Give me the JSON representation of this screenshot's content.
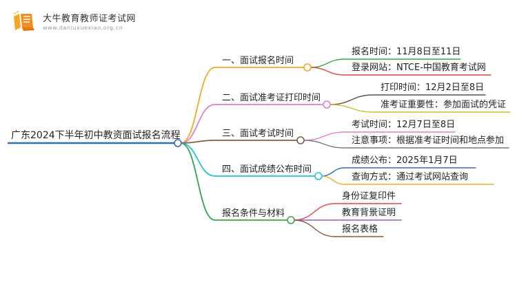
{
  "header": {
    "site_title": "大牛教育教师证考试网",
    "site_url": "www.daniuxuexiao.org.cn",
    "logo_icon": "open-book-icon"
  },
  "mindmap": {
    "root": {
      "label": "广东2024下半年初中教资面试报名流程",
      "color": "#2b6fb5"
    },
    "branches": [
      {
        "label": "一、面试报名时间",
        "color": "#f5a623",
        "leaves": [
          {
            "label": "报名时间：11月8日至11日",
            "color": "#3aa24a"
          },
          {
            "label": "登录网站：NTCE-中国教育考试网",
            "color": "#e0453a"
          }
        ]
      },
      {
        "label": "二、面试准考证打印时间",
        "color": "#e87ac8",
        "leaves": [
          {
            "label": "打印时间：12月2日至8日",
            "color": "#555555"
          },
          {
            "label": "准考证重要性：参加面试的凭证",
            "color": "#c9c12a"
          }
        ]
      },
      {
        "label": "三、面试考试时间",
        "color": "#8b5a3c",
        "leaves": [
          {
            "label": "考试时间：12月7日至8日",
            "color": "#e87ac8"
          },
          {
            "label": "注意事项：根据准考证时间和地点参加",
            "color": "#777777"
          }
        ]
      },
      {
        "label": "四、面试成绩公布时间",
        "color": "#22c1d6",
        "leaves": [
          {
            "label": "成绩公布：2025年1月7日",
            "color": "#2b6fb5"
          },
          {
            "label": "查询方式：通过考试网站查询",
            "color": "#f5a623"
          }
        ]
      },
      {
        "label": "报名条件与材料",
        "color": "#3aa24a",
        "leaves": [
          {
            "label": "身份证复印件",
            "color": "#e0453a"
          },
          {
            "label": "教育背景证明",
            "color": "#9b59b6"
          },
          {
            "label": "报名表格",
            "color": "#8b5a3c"
          }
        ]
      }
    ]
  }
}
